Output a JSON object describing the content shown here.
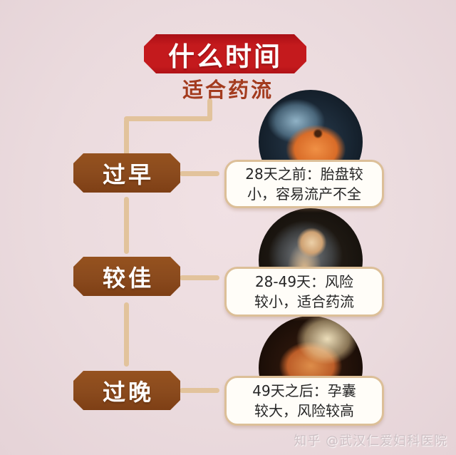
{
  "header": {
    "banner_title": "什么时间",
    "subtitle": "适合药流"
  },
  "rows": [
    {
      "label": "过早",
      "desc_line1": "28天之前：胎盘较",
      "desc_line2": "小，容易流产不全",
      "image": "embryo-photo-before-28-days"
    },
    {
      "label": "较佳",
      "desc_line1": "28-49天：风险",
      "desc_line2": "较小，适合药流",
      "image": "fetus-photo-28-49-days"
    },
    {
      "label": "过晚",
      "desc_line1": "49天之后：孕囊",
      "desc_line2": "较大，风险较高",
      "image": "fetus-photo-after-49-days"
    }
  ],
  "watermark": "知乎 @武汉仁爱妇科医院",
  "colors": {
    "background": "#ebdbde",
    "banner_red": "#c41a1d",
    "subtitle_brown": "#a33b1e",
    "badge_brown": "#8a4a1d",
    "connector_tan": "#e2c39c",
    "box_border": "#dcbf98",
    "box_fill": "#fffdf8",
    "box_text": "#262626",
    "watermark_gray": "#cdc0c4"
  }
}
